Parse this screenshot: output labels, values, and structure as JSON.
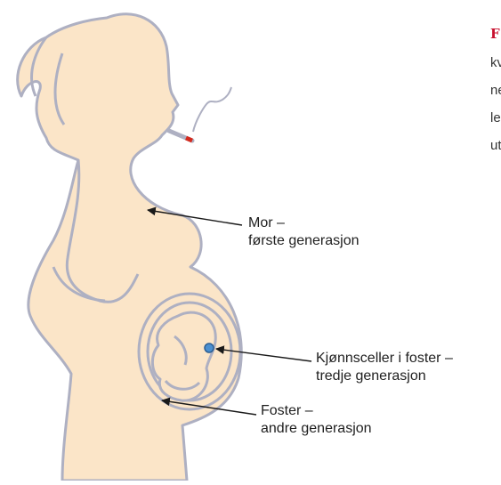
{
  "labels": {
    "mother": {
      "line1": "Mor –",
      "line2": "første generasjon"
    },
    "germ_cells": {
      "line1": "Kjønnsceller i foster –",
      "line2": "tredje generasjon"
    },
    "fetus": {
      "line1": "Foster –",
      "line2": "andre generasjon"
    }
  },
  "caption_fragment": {
    "heading": "F",
    "lines": [
      "kv",
      "ne",
      "le",
      "ut"
    ]
  },
  "colors": {
    "body_fill": "#fbe5c8",
    "outline": "#aeb0c2",
    "arrow": "#1a1a1a",
    "cigarette_tip": "#d42a1e",
    "germ_cell": "#4a8fd0",
    "heading": "#c8102e"
  }
}
